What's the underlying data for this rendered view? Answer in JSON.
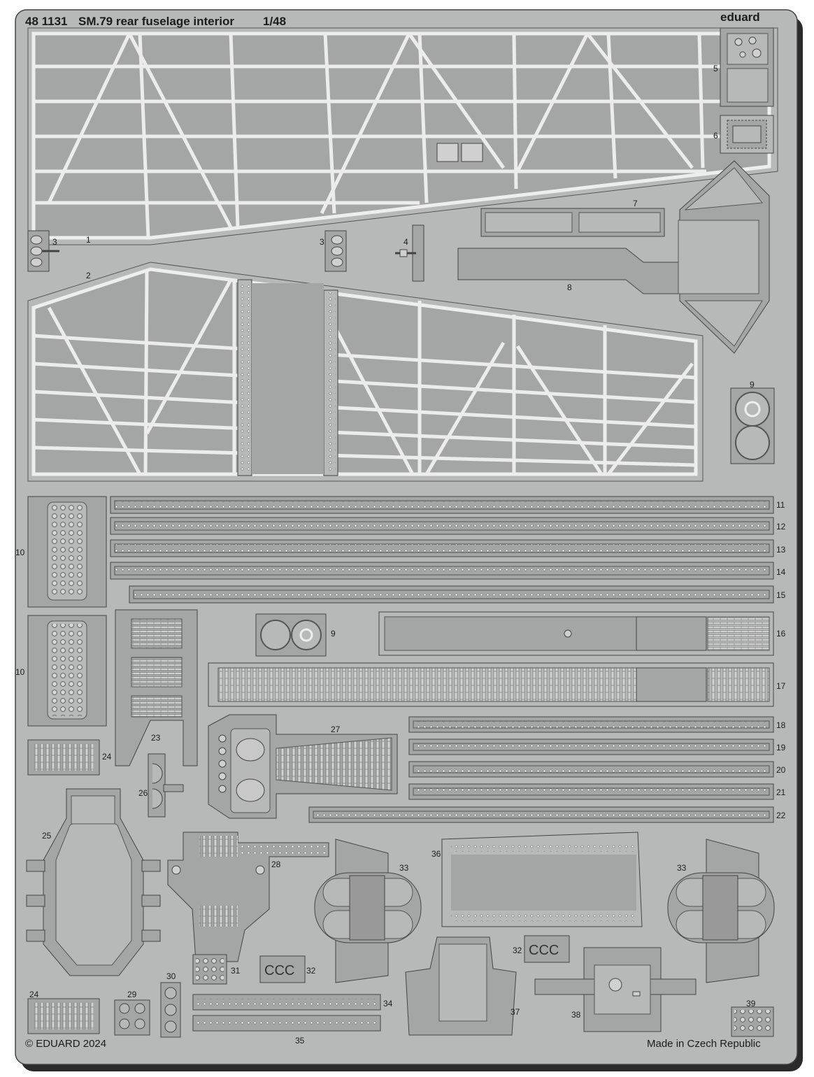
{
  "header": {
    "catalog_number": "48 1131",
    "title": "SM.79 rear fuselage interior",
    "scale": "1/48",
    "brand": "eduard"
  },
  "footer": {
    "copyright": "© EDUARD 2024",
    "origin": "Made in Czech Republic"
  },
  "part_labels": {
    "p1": "1",
    "p2": "2",
    "p3a": "3",
    "p3b": "3",
    "p4": "4",
    "p5": "5",
    "p6": "6",
    "p7": "7",
    "p8": "8",
    "p9a": "9",
    "p9b": "9",
    "p10a": "10",
    "p10b": "10",
    "p11": "11",
    "p12": "12",
    "p13": "13",
    "p14": "14",
    "p15": "15",
    "p16": "16",
    "p17": "17",
    "p18": "18",
    "p19": "19",
    "p20": "20",
    "p21": "21",
    "p22": "22",
    "p23": "23",
    "p24a": "24",
    "p24b": "24",
    "p25": "25",
    "p26": "26",
    "p27": "27",
    "p28": "28",
    "p29": "29",
    "p30": "30",
    "p31": "31",
    "p32a": "32",
    "p32b": "32",
    "p33a": "33",
    "p33b": "33",
    "p34": "34",
    "p35": "35",
    "p36": "36",
    "p37": "37",
    "p38": "38",
    "p39": "39"
  },
  "colors": {
    "fret": "#b7b9b9",
    "panel": "#a4a6a6",
    "line": "#ededed",
    "outline": "#3a3a3a",
    "shadow": "#2a2a2a"
  }
}
